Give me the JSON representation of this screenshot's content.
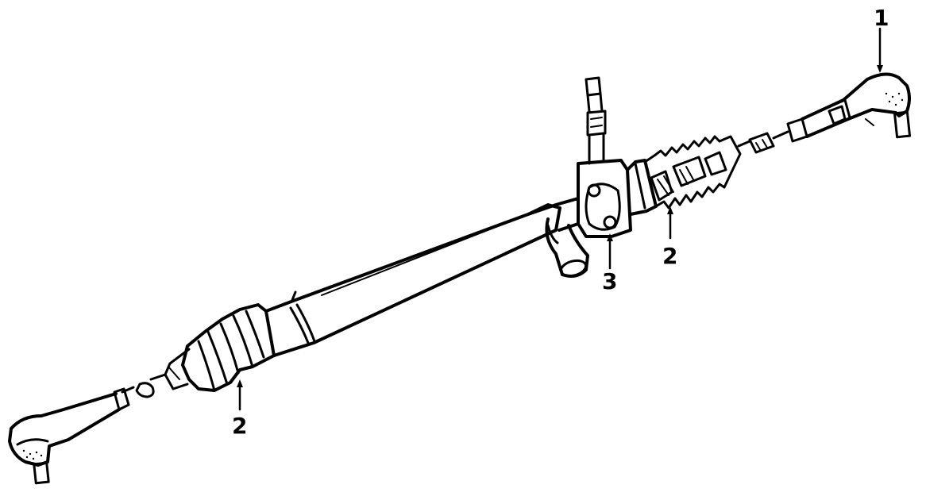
{
  "callouts": [
    {
      "label": "1"
    },
    {
      "label": "2"
    },
    {
      "label": "3"
    },
    {
      "label": "2"
    }
  ]
}
